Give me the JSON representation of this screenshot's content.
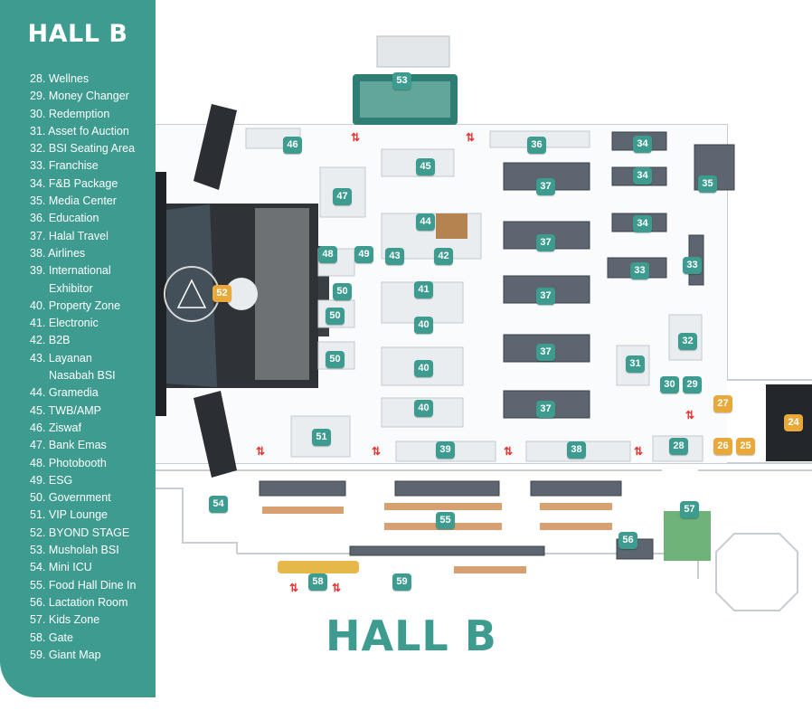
{
  "hall_title": "HALL B",
  "legend": [
    {
      "n": "28.",
      "label": "Wellnes"
    },
    {
      "n": "29.",
      "label": "Money Changer"
    },
    {
      "n": "30.",
      "label": "Redemption"
    },
    {
      "n": "31.",
      "label": "Asset fo Auction"
    },
    {
      "n": "32.",
      "label": "BSI Seating Area"
    },
    {
      "n": "33.",
      "label": "Franchise"
    },
    {
      "n": "34.",
      "label": "F&B Package"
    },
    {
      "n": "35.",
      "label": "Media Center"
    },
    {
      "n": "36.",
      "label": "Education"
    },
    {
      "n": "37.",
      "label": "Halal Travel"
    },
    {
      "n": "38.",
      "label": "Airlines"
    },
    {
      "n": "39.",
      "label": "International",
      "cont": "Exhibitor"
    },
    {
      "n": "40.",
      "label": "Property Zone"
    },
    {
      "n": "41.",
      "label": "Electronic"
    },
    {
      "n": "42.",
      "label": "B2B"
    },
    {
      "n": "43.",
      "label": "Layanan",
      "cont": "Nasabah BSI"
    },
    {
      "n": "44.",
      "label": "Gramedia"
    },
    {
      "n": "45.",
      "label": "TWB/AMP"
    },
    {
      "n": "46.",
      "label": "Ziswaf"
    },
    {
      "n": "47.",
      "label": "Bank Emas"
    },
    {
      "n": "48.",
      "label": "Photobooth"
    },
    {
      "n": "49.",
      "label": "ESG"
    },
    {
      "n": "50.",
      "label": "Government"
    },
    {
      "n": "51.",
      "label": "VIP Lounge"
    },
    {
      "n": "52.",
      "label": "BYOND STAGE"
    },
    {
      "n": "53.",
      "label": "Musholah BSI"
    },
    {
      "n": "54.",
      "label": "Mini ICU"
    },
    {
      "n": "55.",
      "label": "Food Hall Dine In"
    },
    {
      "n": "56.",
      "label": "Lactation Room"
    },
    {
      "n": "57.",
      "label": "Kids Zone"
    },
    {
      "n": "58.",
      "label": "Gate"
    },
    {
      "n": "59.",
      "label": "Giant Map"
    }
  ],
  "markers": [
    {
      "t": "53",
      "c": "teal"
    },
    {
      "t": "46",
      "c": "teal"
    },
    {
      "t": "36",
      "c": "teal"
    },
    {
      "t": "34",
      "c": "teal"
    },
    {
      "t": "45",
      "c": "teal"
    },
    {
      "t": "37",
      "c": "teal"
    },
    {
      "t": "34",
      "c": "teal"
    },
    {
      "t": "35",
      "c": "teal"
    },
    {
      "t": "47",
      "c": "teal"
    },
    {
      "t": "44",
      "c": "teal"
    },
    {
      "t": "34",
      "c": "teal"
    },
    {
      "t": "43",
      "c": "teal"
    },
    {
      "t": "42",
      "c": "teal"
    },
    {
      "t": "37",
      "c": "teal"
    },
    {
      "t": "48",
      "c": "teal"
    },
    {
      "t": "49",
      "c": "teal"
    },
    {
      "t": "33",
      "c": "teal"
    },
    {
      "t": "33",
      "c": "teal"
    },
    {
      "t": "52",
      "c": "orange"
    },
    {
      "t": "50",
      "c": "teal"
    },
    {
      "t": "41",
      "c": "teal"
    },
    {
      "t": "37",
      "c": "teal"
    },
    {
      "t": "50",
      "c": "teal"
    },
    {
      "t": "40",
      "c": "teal"
    },
    {
      "t": "32",
      "c": "teal"
    },
    {
      "t": "37",
      "c": "teal"
    },
    {
      "t": "50",
      "c": "teal"
    },
    {
      "t": "40",
      "c": "teal"
    },
    {
      "t": "31",
      "c": "teal"
    },
    {
      "t": "30",
      "c": "teal"
    },
    {
      "t": "29",
      "c": "teal"
    },
    {
      "t": "27",
      "c": "orange"
    },
    {
      "t": "40",
      "c": "teal"
    },
    {
      "t": "37",
      "c": "teal"
    },
    {
      "t": "24",
      "c": "orange"
    },
    {
      "t": "51",
      "c": "teal"
    },
    {
      "t": "39",
      "c": "teal"
    },
    {
      "t": "38",
      "c": "teal"
    },
    {
      "t": "28",
      "c": "teal"
    },
    {
      "t": "26",
      "c": "orange"
    },
    {
      "t": "25",
      "c": "orange"
    },
    {
      "t": "54",
      "c": "teal"
    },
    {
      "t": "57",
      "c": "teal"
    },
    {
      "t": "55",
      "c": "teal"
    },
    {
      "t": "56",
      "c": "teal"
    },
    {
      "t": "58",
      "c": "teal"
    },
    {
      "t": "59",
      "c": "teal"
    }
  ],
  "colors": {
    "teal": "#3d9c8f",
    "orange": "#e9a93a",
    "arrow": "#e53935"
  }
}
